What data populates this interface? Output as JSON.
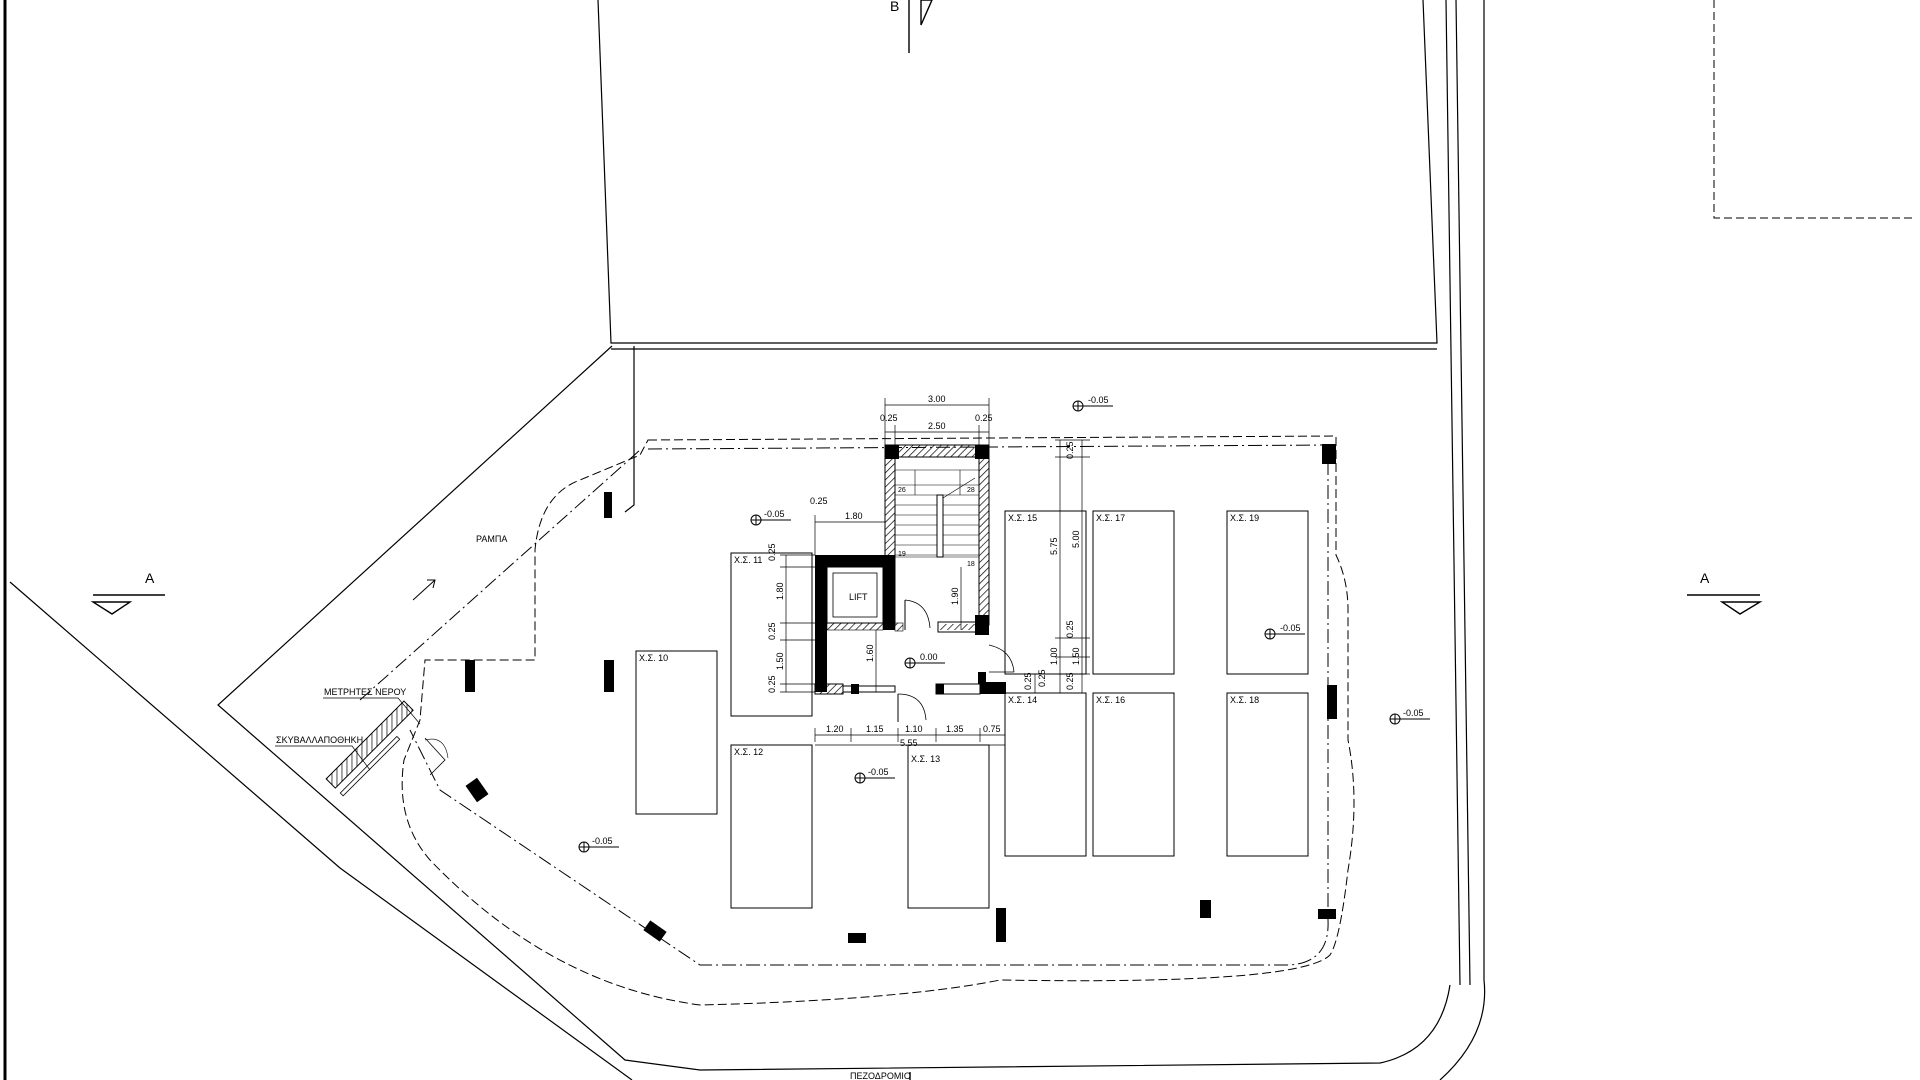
{
  "plan": {
    "ramp_label": "ΡΑΜΠΑ",
    "lift_label": "LIFT",
    "water_meters_label": "ΜΕΤΡΗΤΕΣ ΝΕΡΟΥ",
    "garbage_label": "ΣΚΥΒΑΛΛΑΠΟΘΗΚΗ",
    "sidewalk_label": "ΠΕΖΟΔΡΟΜΙΟ",
    "section_a_left": "A",
    "section_a_right": "A",
    "section_b": "B",
    "stair_step_labels": [
      "26",
      "28",
      "19",
      "18"
    ]
  },
  "parking_spaces": [
    {
      "label": "Χ.Σ. 10"
    },
    {
      "label": "Χ.Σ. 11"
    },
    {
      "label": "Χ.Σ. 12"
    },
    {
      "label": "Χ.Σ. 13"
    },
    {
      "label": "Χ.Σ. 14"
    },
    {
      "label": "Χ.Σ. 15"
    },
    {
      "label": "Χ.Σ. 16"
    },
    {
      "label": "Χ.Σ. 17"
    },
    {
      "label": "Χ.Σ. 18"
    },
    {
      "label": "Χ.Σ. 19"
    }
  ],
  "levels": [
    "-0.05",
    "-0.05",
    "0.00",
    "-0.05",
    "-0.05",
    "-0.05",
    "-0.05"
  ],
  "dimensions": [
    "3.00",
    "0.25",
    "2.50",
    "0.25",
    "0.25",
    "1.80",
    "0.25",
    "1.80",
    "0.25",
    "1.50",
    "0.25",
    "1.90",
    "1.60",
    "1.20",
    "1.15",
    "1.10",
    "1.35",
    "0.75",
    "5.55",
    "0.25",
    "5.75",
    "5.00",
    "0.25",
    "1.00",
    "0.25",
    "1.50",
    "0.25",
    "0.25"
  ]
}
